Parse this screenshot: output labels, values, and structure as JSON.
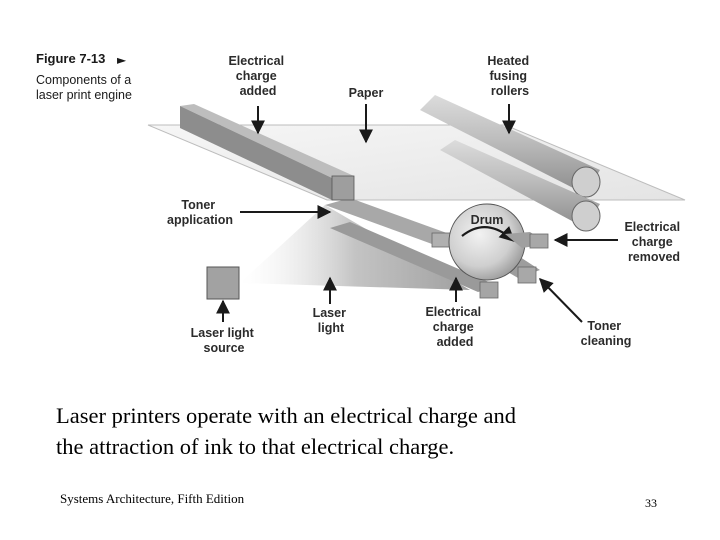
{
  "figure": {
    "number": "Figure 7-13",
    "caption_lines": [
      "Components of a",
      "laser print engine"
    ]
  },
  "labels": {
    "charge_added_top": [
      "Electrical",
      "charge",
      "added"
    ],
    "paper": [
      "Paper"
    ],
    "heated_fusing_rollers": [
      "Heated",
      "fusing",
      "rollers"
    ],
    "toner_application": [
      "Toner",
      "application"
    ],
    "drum": [
      "Drum"
    ],
    "charge_removed": [
      "Electrical",
      "charge",
      "removed"
    ],
    "laser_light_source": [
      "Laser light",
      "source"
    ],
    "laser_light": [
      "Laser",
      "light"
    ],
    "charge_added_bottom": [
      "Electrical",
      "charge",
      "added"
    ],
    "toner_cleaning": [
      "Toner",
      "cleaning"
    ]
  },
  "slide": {
    "body_lines": [
      "Laser printers operate with an electrical charge and",
      "the attraction of ink to that electrical charge."
    ],
    "footer": "Systems Architecture, Fifth Edition",
    "page_number": "33"
  }
}
